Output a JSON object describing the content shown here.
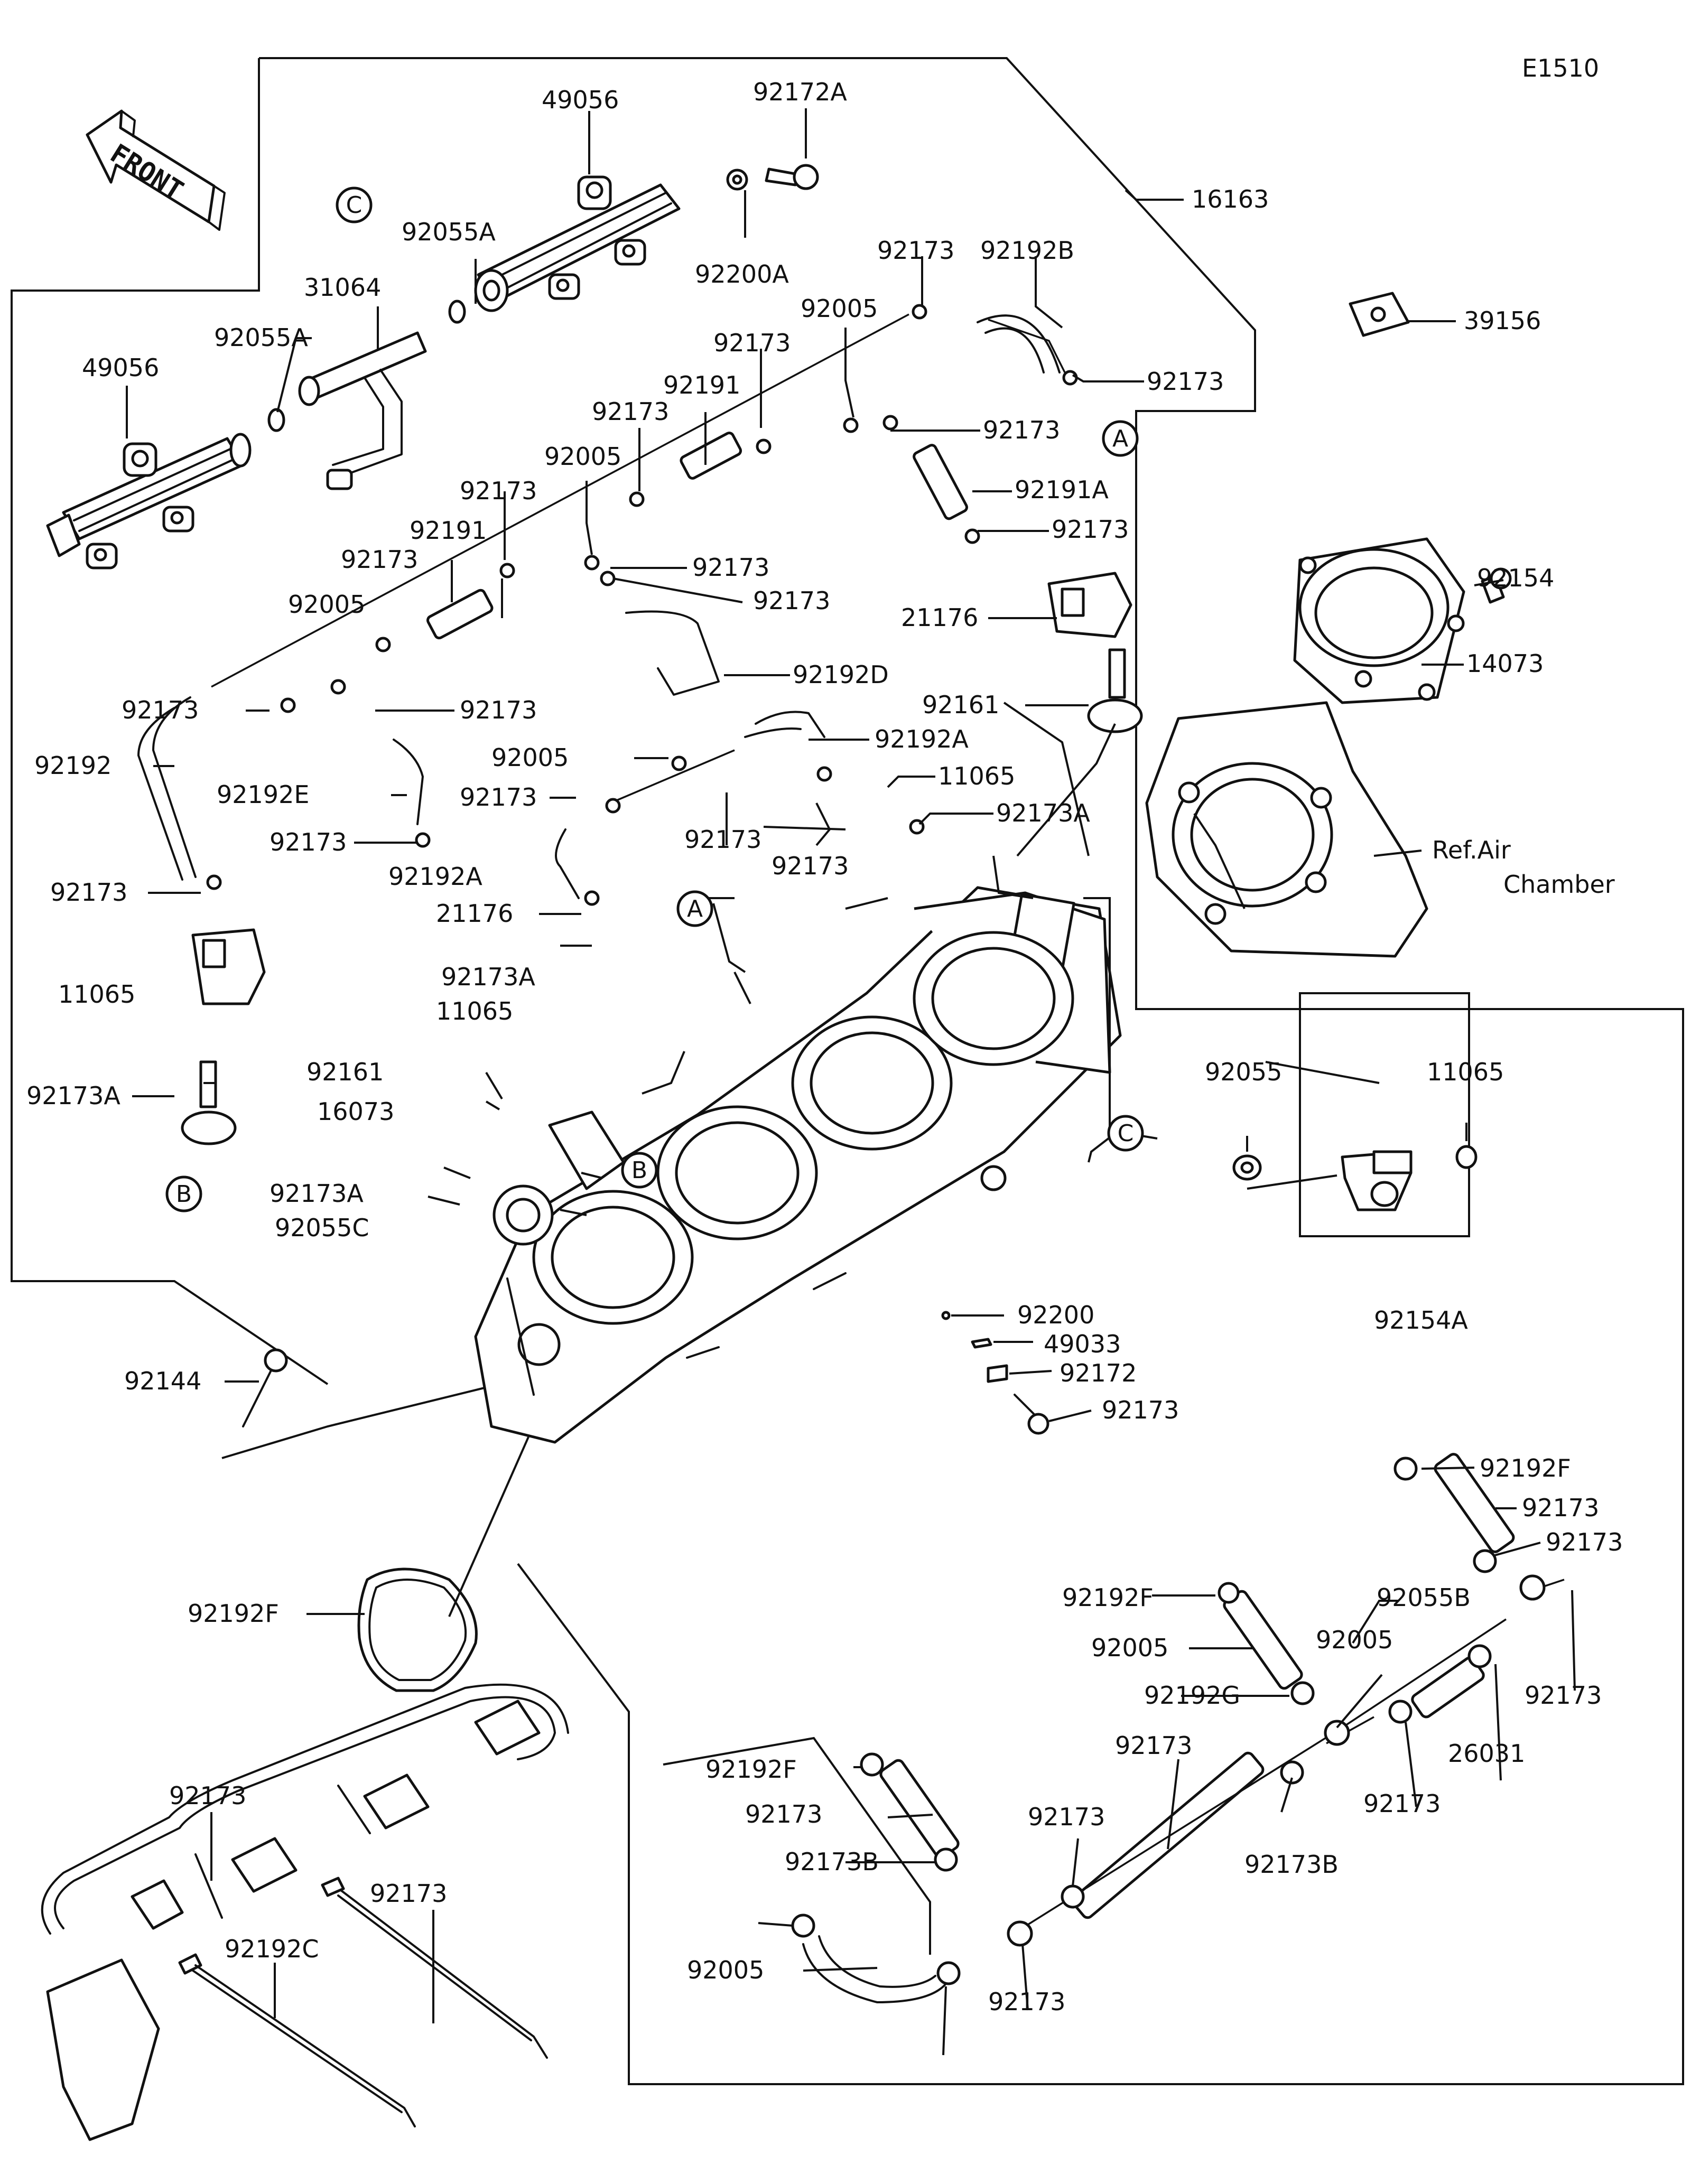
{
  "page_code": "E1510",
  "front_label": "FRONT",
  "callouts": {
    "a": "A",
    "b": "B",
    "c": "C"
  },
  "parts": [
    {
      "id": "p1",
      "label": "49056"
    },
    {
      "id": "p2",
      "label": "92172A"
    },
    {
      "id": "p3",
      "label": "92055A"
    },
    {
      "id": "p4",
      "label": "92200A"
    },
    {
      "id": "p5",
      "label": "16163"
    },
    {
      "id": "p6",
      "label": "31064"
    },
    {
      "id": "p7",
      "label": "92055A"
    },
    {
      "id": "p8",
      "label": "49056"
    },
    {
      "id": "p9",
      "label": "92173"
    },
    {
      "id": "p10",
      "label": "92192B"
    },
    {
      "id": "p11",
      "label": "39156"
    },
    {
      "id": "p12",
      "label": "92005"
    },
    {
      "id": "p13",
      "label": "92173"
    },
    {
      "id": "p14",
      "label": "92173"
    },
    {
      "id": "p15",
      "label": "92191"
    },
    {
      "id": "p16",
      "label": "92173"
    },
    {
      "id": "p17",
      "label": "92173"
    },
    {
      "id": "p18",
      "label": "92005"
    },
    {
      "id": "p19",
      "label": "92191A"
    },
    {
      "id": "p20",
      "label": "92173"
    },
    {
      "id": "p21",
      "label": "92191"
    },
    {
      "id": "p22",
      "label": "92173"
    },
    {
      "id": "p23",
      "label": "92173"
    },
    {
      "id": "p24",
      "label": "92173"
    },
    {
      "id": "p25",
      "label": "92005"
    },
    {
      "id": "p26",
      "label": "92173"
    },
    {
      "id": "p27",
      "label": "92154"
    },
    {
      "id": "p28",
      "label": "21176"
    },
    {
      "id": "p29",
      "label": "14073"
    },
    {
      "id": "p30",
      "label": "92192D"
    },
    {
      "id": "p31",
      "label": "92161"
    },
    {
      "id": "p32",
      "label": "92173"
    },
    {
      "id": "p33",
      "label": "92173"
    },
    {
      "id": "p34",
      "label": "92192A"
    },
    {
      "id": "p35",
      "label": "92192"
    },
    {
      "id": "p36",
      "label": "92005"
    },
    {
      "id": "p37",
      "label": "92192E"
    },
    {
      "id": "p38",
      "label": "92173"
    },
    {
      "id": "p39",
      "label": "11065"
    },
    {
      "id": "p40",
      "label": "92173A"
    },
    {
      "id": "p41",
      "label": "92173"
    },
    {
      "id": "p42",
      "label": "92173"
    },
    {
      "id": "p43",
      "label": "92173"
    },
    {
      "id": "p44",
      "label": "92192A"
    },
    {
      "id": "p45",
      "label": "92173"
    },
    {
      "id": "p46",
      "label": "Ref.Air"
    },
    {
      "id": "p47",
      "label": "Chamber"
    },
    {
      "id": "p48",
      "label": "21176"
    },
    {
      "id": "p49",
      "label": "11065"
    },
    {
      "id": "p50",
      "label": "92173A"
    },
    {
      "id": "p51",
      "label": "11065"
    },
    {
      "id": "p52",
      "label": "92161"
    },
    {
      "id": "p53",
      "label": "92173A"
    },
    {
      "id": "p54",
      "label": "16073"
    },
    {
      "id": "p55",
      "label": "92055"
    },
    {
      "id": "p56",
      "label": "11065"
    },
    {
      "id": "p57",
      "label": "92173A"
    },
    {
      "id": "p58",
      "label": "92055C"
    },
    {
      "id": "p59",
      "label": "92200"
    },
    {
      "id": "p60",
      "label": "49033"
    },
    {
      "id": "p61",
      "label": "92154A"
    },
    {
      "id": "p62",
      "label": "92144"
    },
    {
      "id": "p63",
      "label": "92172"
    },
    {
      "id": "p64",
      "label": "92173"
    },
    {
      "id": "p65",
      "label": "92192F"
    },
    {
      "id": "p66",
      "label": "92173"
    },
    {
      "id": "p67",
      "label": "92173"
    },
    {
      "id": "p68",
      "label": "92192F"
    },
    {
      "id": "p69",
      "label": "92055B"
    },
    {
      "id": "p70",
      "label": "92192F"
    },
    {
      "id": "p71",
      "label": "92005"
    },
    {
      "id": "p72",
      "label": "92005"
    },
    {
      "id": "p73",
      "label": "92173"
    },
    {
      "id": "p74",
      "label": "92192G"
    },
    {
      "id": "p75",
      "label": "92173"
    },
    {
      "id": "p76",
      "label": "26031"
    },
    {
      "id": "p77",
      "label": "92173"
    },
    {
      "id": "p78",
      "label": "92173"
    },
    {
      "id": "p79",
      "label": "92192F"
    },
    {
      "id": "p80",
      "label": "92173"
    },
    {
      "id": "p81",
      "label": "92173"
    },
    {
      "id": "p82",
      "label": "92173B"
    },
    {
      "id": "p83",
      "label": "92173"
    },
    {
      "id": "p84",
      "label": "92173B"
    },
    {
      "id": "p85",
      "label": "92192C"
    },
    {
      "id": "p86",
      "label": "92005"
    },
    {
      "id": "p87",
      "label": "92173"
    }
  ]
}
